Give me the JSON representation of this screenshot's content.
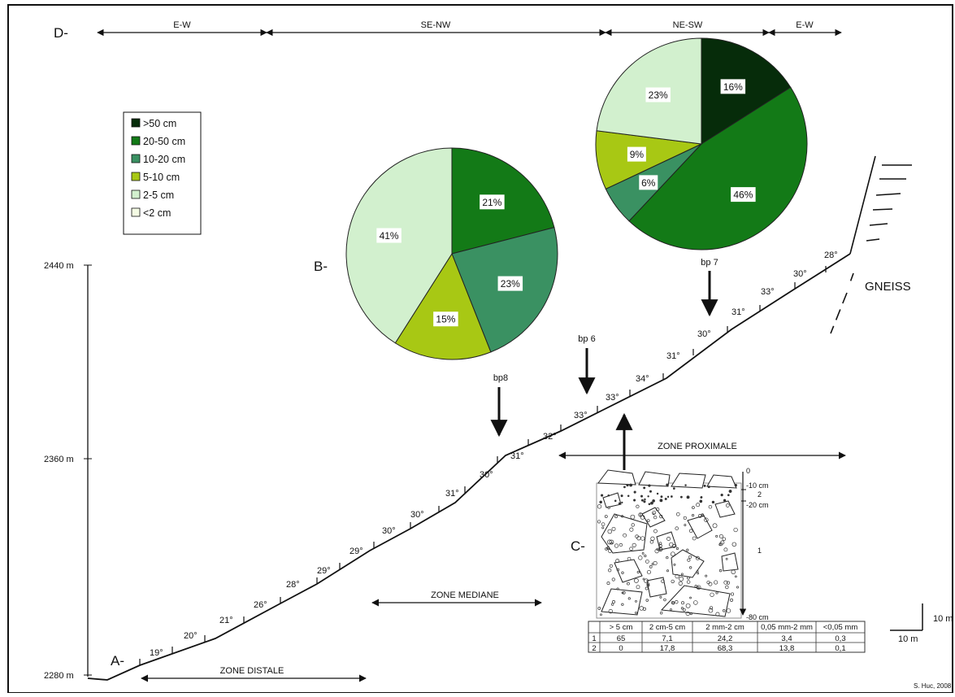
{
  "panel_labels": {
    "a": "A-",
    "b": "B-",
    "c": "C-",
    "d": "D-"
  },
  "orientations": [
    "E-W",
    "SE-NW",
    "NE-SW",
    "E-W"
  ],
  "legend": [
    {
      "label": ">50 cm",
      "color": "#062c0a"
    },
    {
      "label": "20-50 cm",
      "color": "#137a17"
    },
    {
      "label": "10-20 cm",
      "color": "#3a9162"
    },
    {
      "label": "5-10 cm",
      "color": "#a8c814"
    },
    {
      "label": "2-5 cm",
      "color": "#d2f0ce"
    },
    {
      "label": "<2 cm",
      "color": "#f4fbe4"
    }
  ],
  "chart_data": [
    {
      "type": "pie",
      "slices": [
        {
          "label": "20-50 cm",
          "value": 21,
          "text": "21%"
        },
        {
          "label": "10-20 cm",
          "value": 23,
          "text": "23%"
        },
        {
          "label": "5-10 cm",
          "value": 15,
          "text": "15%"
        },
        {
          "label": "2-5 cm",
          "value": 41,
          "text": "41%"
        }
      ]
    },
    {
      "type": "pie",
      "slices": [
        {
          "label": ">50 cm",
          "value": 16,
          "text": "16%"
        },
        {
          "label": "20-50 cm",
          "value": 46,
          "text": "46%"
        },
        {
          "label": "10-20 cm",
          "value": 6,
          "text": "6%"
        },
        {
          "label": "5-10 cm",
          "value": 9,
          "text": "9%"
        },
        {
          "label": "2-5 cm",
          "value": 23,
          "text": "23%"
        }
      ]
    }
  ],
  "elevation_axis": [
    "2440 m",
    "2360 m",
    "2280 m"
  ],
  "slope_angles": [
    "19°",
    "20°",
    "21°",
    "26°",
    "28°",
    "29°",
    "29°",
    "30°",
    "30°",
    "31°",
    "30°",
    "31°",
    "32°",
    "33°",
    "33°",
    "34°",
    "31°",
    "30°",
    "31°",
    "33°",
    "30°",
    "28°"
  ],
  "sample_points": [
    "bp8",
    "bp 6",
    "bp 7"
  ],
  "zones": [
    "ZONE DISTALE",
    "ZONE MEDIANE",
    "ZONE PROXIMALE"
  ],
  "rock": "GNEISS",
  "section_depths": [
    "0",
    "-10 cm",
    "2",
    "-20 cm",
    "1",
    "-80 cm"
  ],
  "granulometry_table": {
    "headers": [
      "",
      "> 5 cm",
      "2 cm-5 cm",
      "2 mm-2 cm",
      "0,05 mm-2 mm",
      "<0,05 mm"
    ],
    "rows": [
      [
        "1",
        "65",
        "7,1",
        "24,2",
        "3,4",
        "0,3"
      ],
      [
        "2",
        "0",
        "17,8",
        "68,3",
        "13,8",
        "0,1"
      ]
    ]
  },
  "scale": {
    "vertical": "10 m",
    "horizontal": "10 m"
  },
  "credit": "S. Huc, 2008"
}
